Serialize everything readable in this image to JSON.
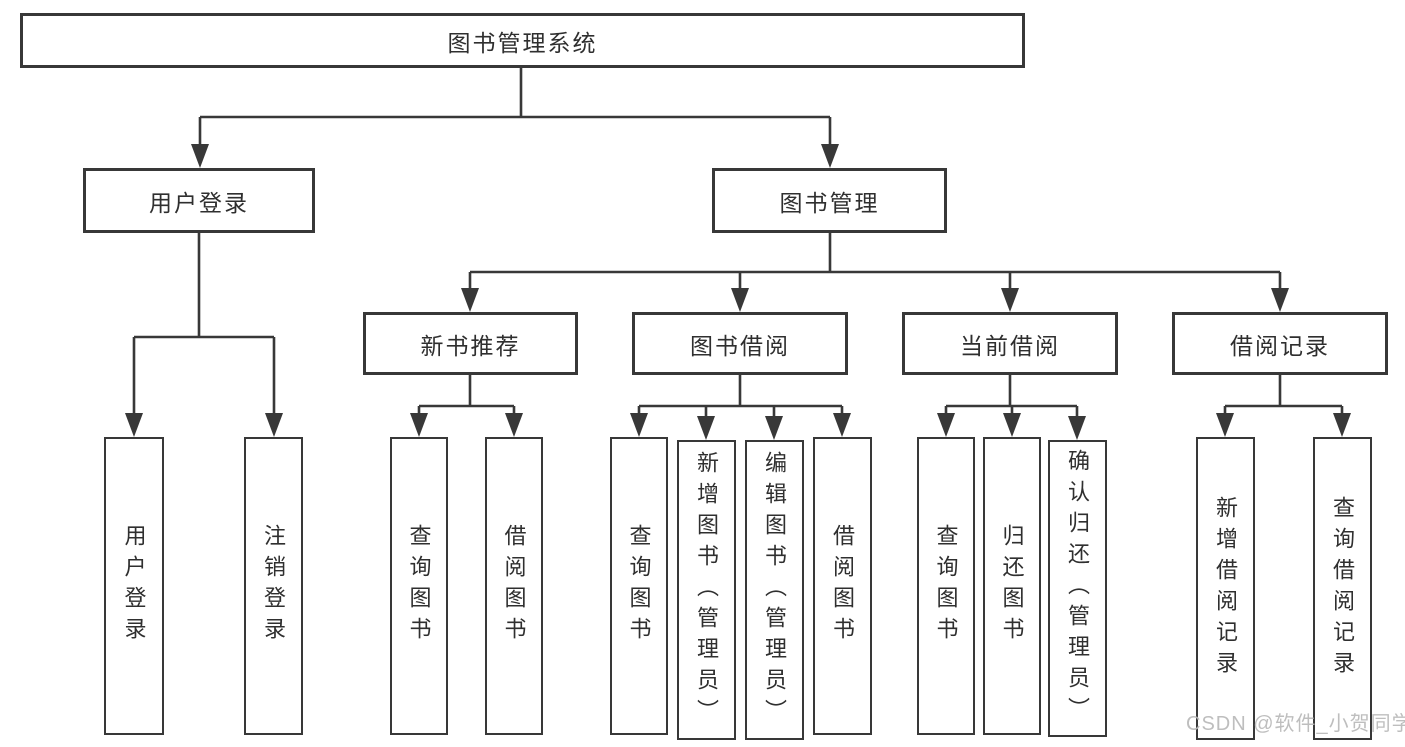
{
  "root": {
    "label": "图书管理系统"
  },
  "level2": {
    "user_login": {
      "label": "用户登录"
    },
    "book_management": {
      "label": "图书管理"
    }
  },
  "level3": {
    "new_book_recommend": {
      "label": "新书推荐"
    },
    "book_borrow": {
      "label": "图书借阅"
    },
    "current_borrow": {
      "label": "当前借阅"
    },
    "borrow_records": {
      "label": "借阅记录"
    }
  },
  "leaves": {
    "login": {
      "label": "用户登录"
    },
    "logout": {
      "label": "注销登录"
    },
    "recommend_query_books": {
      "label": "查询图书"
    },
    "recommend_borrow_books": {
      "label": "借阅图书"
    },
    "borrow_query_books": {
      "label": "查询图书"
    },
    "borrow_add_books": {
      "label": "新增图书（管理员）"
    },
    "borrow_edit_books": {
      "label": "编辑图书（管理员）"
    },
    "borrow_borrow_books": {
      "label": "借阅图书"
    },
    "current_query_books": {
      "label": "查询图书"
    },
    "current_return_books": {
      "label": "归还图书"
    },
    "current_confirm_return": {
      "label": "确认归还（管理员）"
    },
    "records_add_record": {
      "label": "新增借阅记录"
    },
    "records_query_record": {
      "label": "查询借阅记录"
    }
  },
  "watermark": {
    "text": "CSDN @软件_小贺同学"
  },
  "colors": {
    "line": "#383838",
    "text": "#2f2f2f",
    "background": "#ffffff",
    "watermark": "#b8b8b8"
  }
}
